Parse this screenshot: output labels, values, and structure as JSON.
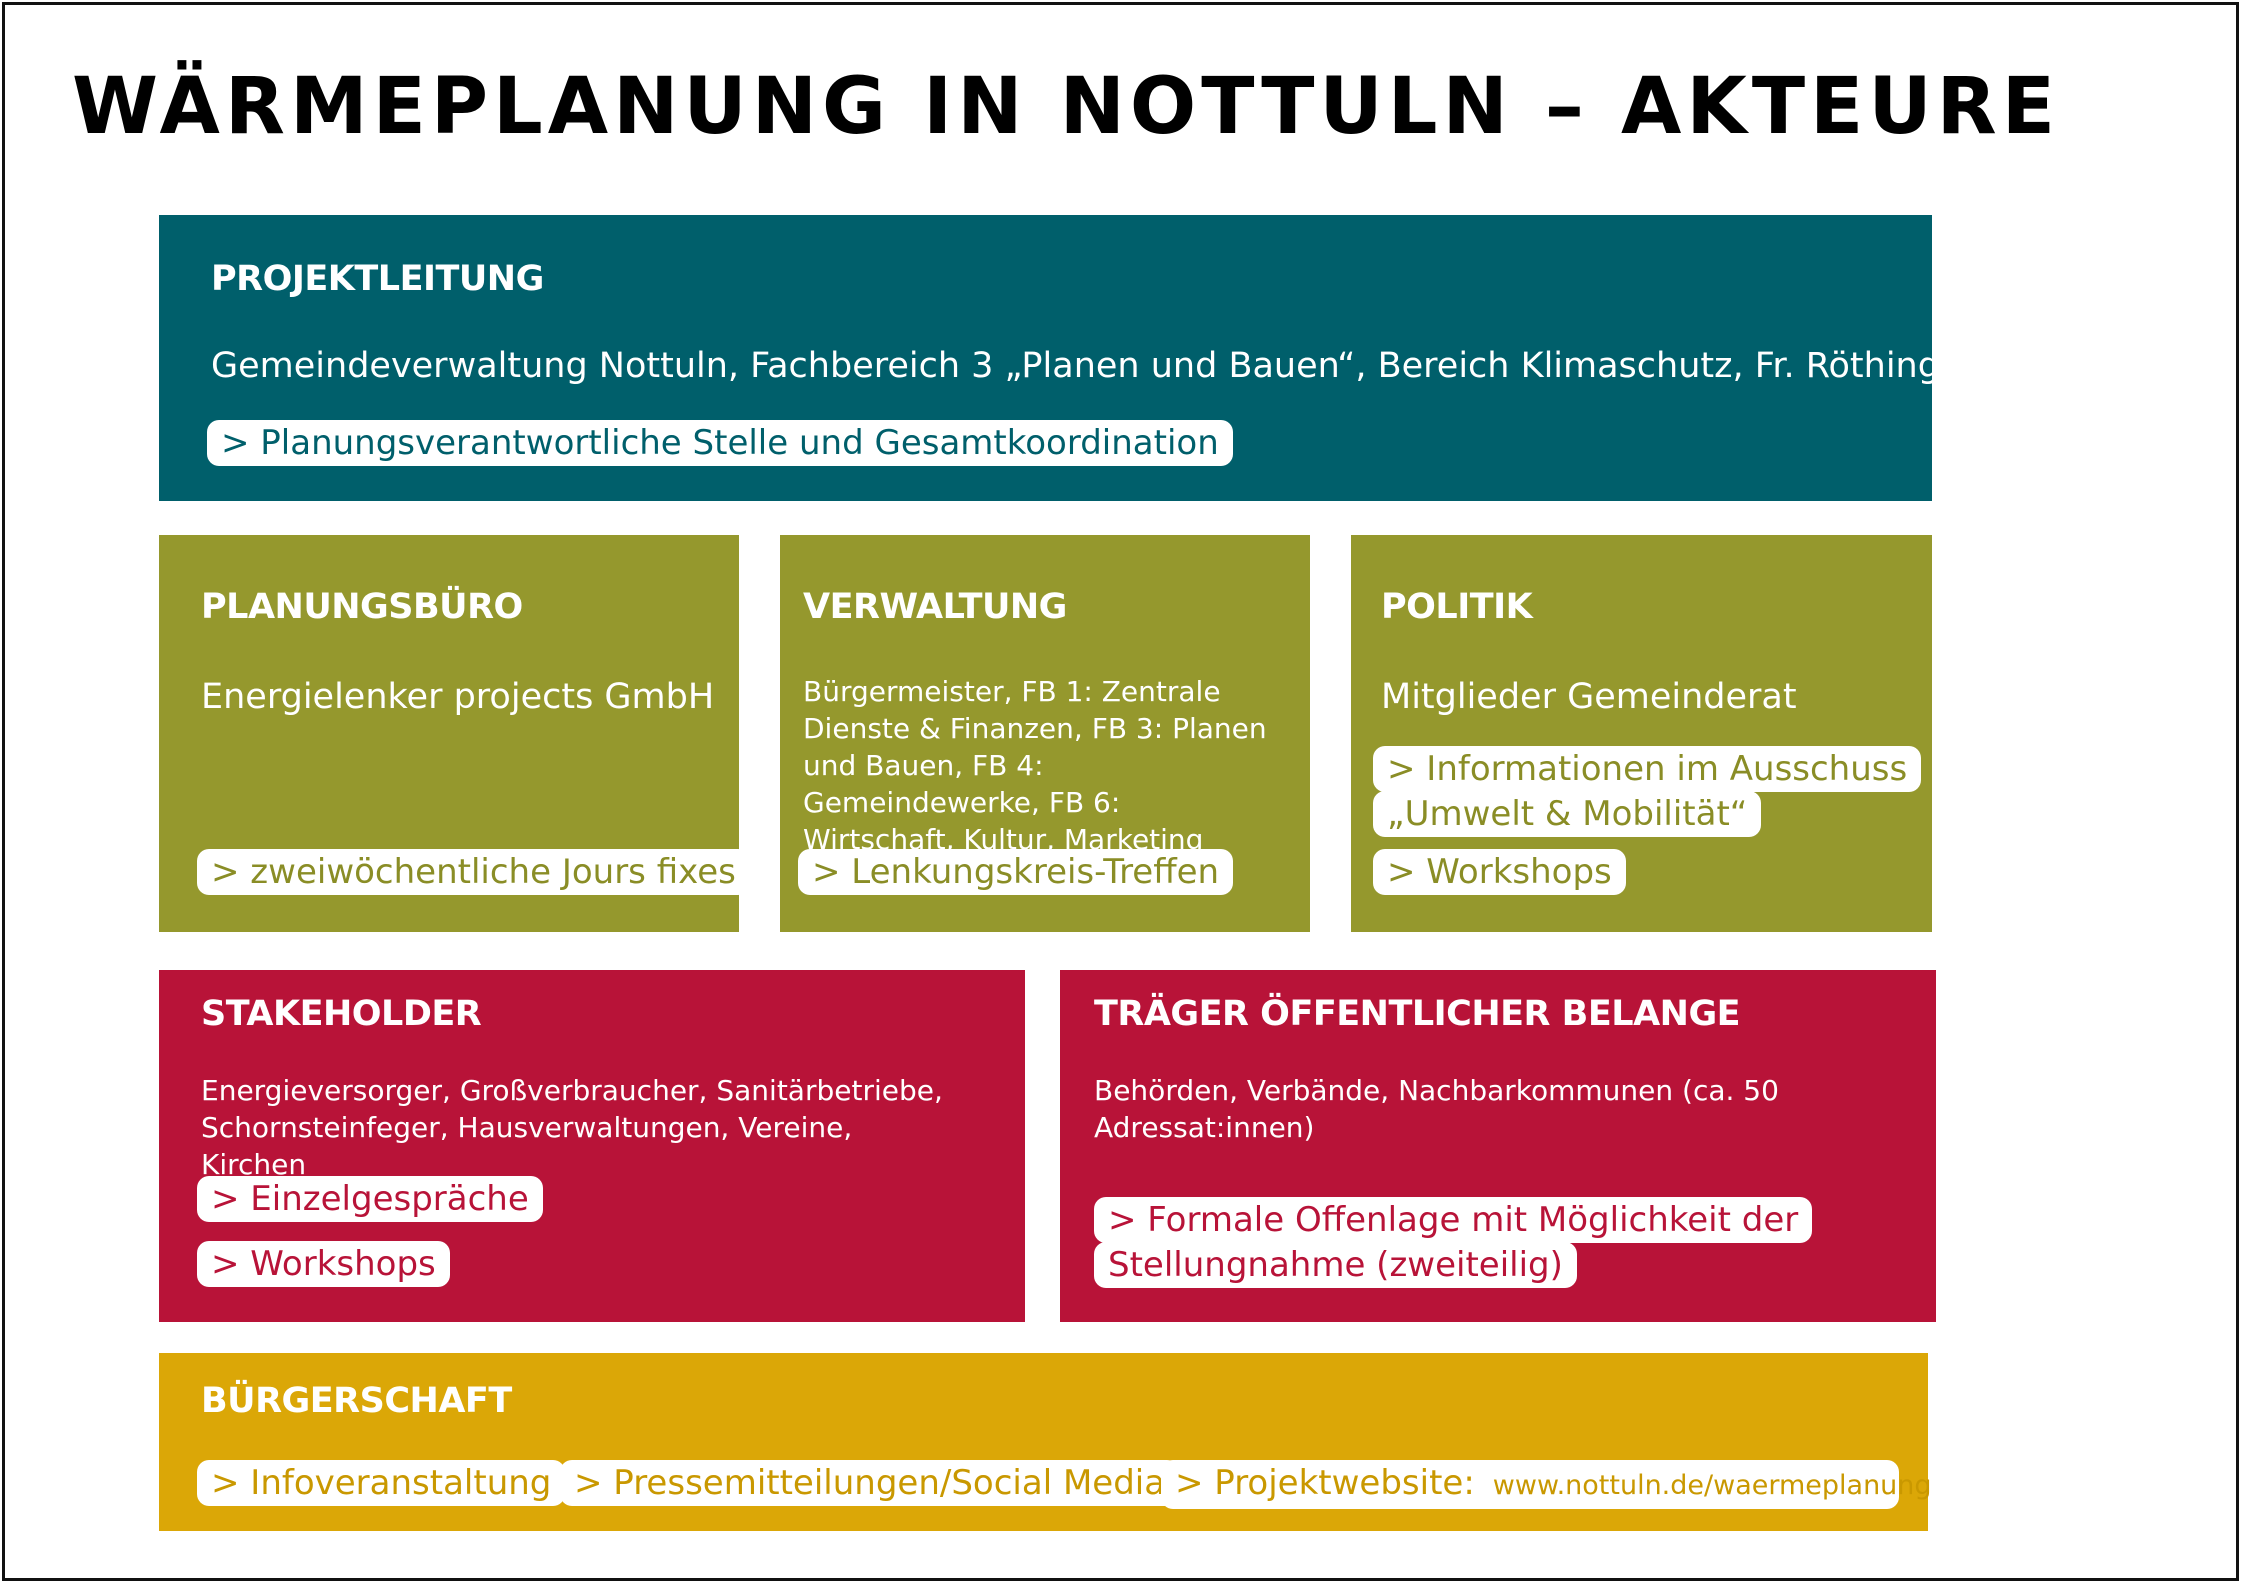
{
  "title": "WÄRMEPLANUNG IN NOTTULN – AKTEURE",
  "colors": {
    "teal": "#005f6b",
    "olive": "#95982d",
    "crimson": "#b81338",
    "gold": "#dba707"
  },
  "projektleitung": {
    "heading": "PROJEKTLEITUNG",
    "text": "Gemeindeverwaltung Nottuln, Fachbereich 3 „Planen und Bauen“, Bereich Klimaschutz, Fr. Röthinger",
    "pill": "> Planungsverantwortliche Stelle und Gesamtkoordination"
  },
  "planungsbuero": {
    "heading": "PLANUNGSBÜRO",
    "text": "Energielenker projects GmbH",
    "pill": "> zweiwöchentliche Jours fixes"
  },
  "verwaltung": {
    "heading": "VERWALTUNG",
    "text": "Bürgermeister, FB 1: Zentrale Dienste & Finanzen, FB 3: Planen und Bauen, FB 4:  Gemeindewerke, FB 6: Wirtschaft, Kultur, Marketing",
    "pill": "> Lenkungskreis-Treffen"
  },
  "politik": {
    "heading": "POLITIK",
    "text": "Mitglieder Gemeinderat",
    "pill_1_line_1": "> Informationen im Ausschuss",
    "pill_1_line_2": "„Umwelt & Mobilität“",
    "pill_2": "> Workshops"
  },
  "stakeholder": {
    "heading": "STAKEHOLDER",
    "text": "Energieversorger, Großverbraucher, Sanitärbetriebe, Schornsteinfeger, Hausverwaltungen, Vereine, Kirchen",
    "pill_1": "> Einzelgespräche",
    "pill_2": "> Workshops"
  },
  "toeb": {
    "heading": "TRÄGER ÖFFENTLICHER BELANGE",
    "text": "Behörden, Verbände, Nachbarkommunen (ca. 50 Adressat:innen)",
    "pill_line_1": "> Formale Offenlage mit Möglichkeit der",
    "pill_line_2": "Stellungnahme (zweiteilig)"
  },
  "buergerschaft": {
    "heading": "BÜRGERSCHAFT",
    "pill_1": "> Infoveranstaltung",
    "pill_2": "> Pressemitteilungen/Social Media",
    "pill_3": "> Projektwebsite:",
    "url": "www.nottuln.de/waermeplanung"
  }
}
